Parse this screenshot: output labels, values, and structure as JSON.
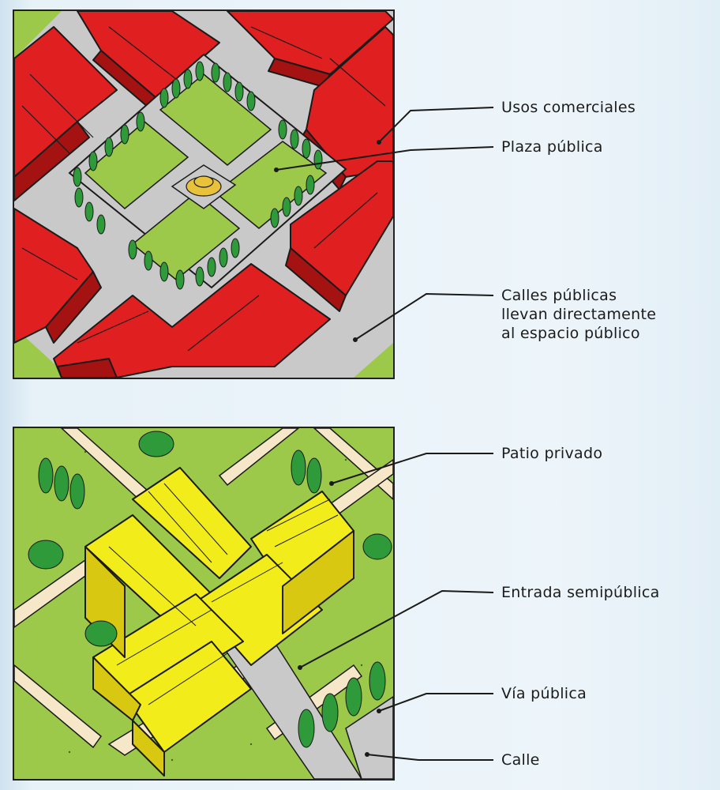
{
  "top_panel": {
    "labels": [
      {
        "id": "usos",
        "text": "Usos comerciales"
      },
      {
        "id": "plaza",
        "text": "Plaza pública"
      },
      {
        "id": "calles",
        "lines": [
          "Calles públicas",
          "llevan directamente",
          "al espacio público"
        ]
      }
    ]
  },
  "bottom_panel": {
    "labels": [
      {
        "id": "patio",
        "text": "Patio privado"
      },
      {
        "id": "entrada",
        "text": "Entrada semipública"
      },
      {
        "id": "via",
        "text": "Vía pública"
      },
      {
        "id": "calle",
        "text": "Calle"
      }
    ]
  },
  "colors": {
    "roof_red": "#e02020",
    "roof_yellow": "#f2ec1a",
    "grass": "#9cc94a",
    "street": "#c9c9c9",
    "tree": "#2f9a3a",
    "outline": "#1a1a1a",
    "background": "#e6f1f8"
  }
}
